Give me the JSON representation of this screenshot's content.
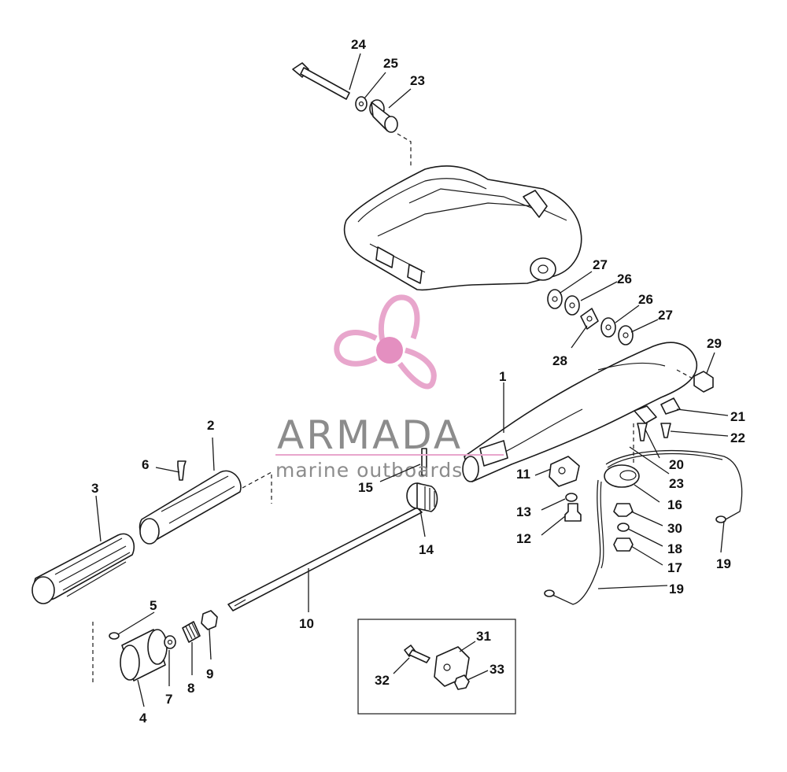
{
  "watermark": {
    "brand": "ARMADA",
    "tagline": "marine outboards",
    "logo_color": "#e8a6cc",
    "logo_center_color": "#e48fc0",
    "text_color": "#8c8c8c"
  },
  "callouts": {
    "c1": "1",
    "c2": "2",
    "c3": "3",
    "c4": "4",
    "c5": "5",
    "c6": "6",
    "c7": "7",
    "c8": "8",
    "c9": "9",
    "c10": "10",
    "c11": "11",
    "c12": "12",
    "c13": "13",
    "c14": "14",
    "c15": "15",
    "c16": "16",
    "c17": "17",
    "c18": "18",
    "c19a": "19",
    "c19b": "19",
    "c20": "20",
    "c21": "21",
    "c22": "22",
    "c23a": "23",
    "c23b": "23",
    "c24": "24",
    "c25": "25",
    "c26a": "26",
    "c26b": "26",
    "c27a": "27",
    "c27b": "27",
    "c28": "28",
    "c29": "29",
    "c30": "30",
    "c31": "31",
    "c32": "32",
    "c33": "33"
  }
}
